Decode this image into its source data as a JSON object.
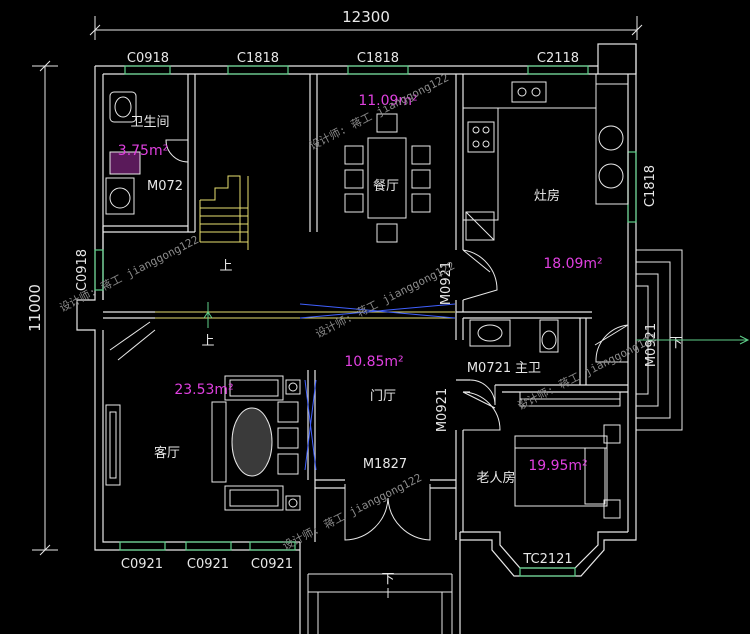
{
  "dimensions": {
    "width_mm": "12300",
    "depth_mm": "11000"
  },
  "windows": {
    "top_1": "C0918",
    "top_2": "C1818",
    "top_3": "C1818",
    "top_4": "C2118",
    "left": "C0918",
    "right": "C1818",
    "bottom_1": "C0921",
    "bottom_2": "C0921",
    "bottom_3": "C0921",
    "bay": "TC2121"
  },
  "doors": {
    "bath_door": "M072",
    "kitchen_door": "M0921",
    "master_bath_door": "M0721",
    "hall_door": "M0921",
    "side_door": "M0921",
    "main_door": "M1827"
  },
  "rooms": {
    "toilet": {
      "name": "卫生间",
      "area": "3.75m²"
    },
    "dining": {
      "name": "餐厅",
      "area": "11.09m²"
    },
    "kitchen": {
      "name": "灶房",
      "area": "18.09m²"
    },
    "living": {
      "name": "客厅",
      "area": "23.53m²"
    },
    "foyer": {
      "name": "门厅",
      "area": "10.85m²"
    },
    "master_bath": {
      "name": "主卫"
    },
    "elder_room": {
      "name": "老人房",
      "area": "19.95m²"
    }
  },
  "stairs": {
    "up_1": "上",
    "up_2": "上",
    "down_entry": "下",
    "down_side": "下"
  },
  "watermark": "设计师: 蒋工 jianggong122"
}
